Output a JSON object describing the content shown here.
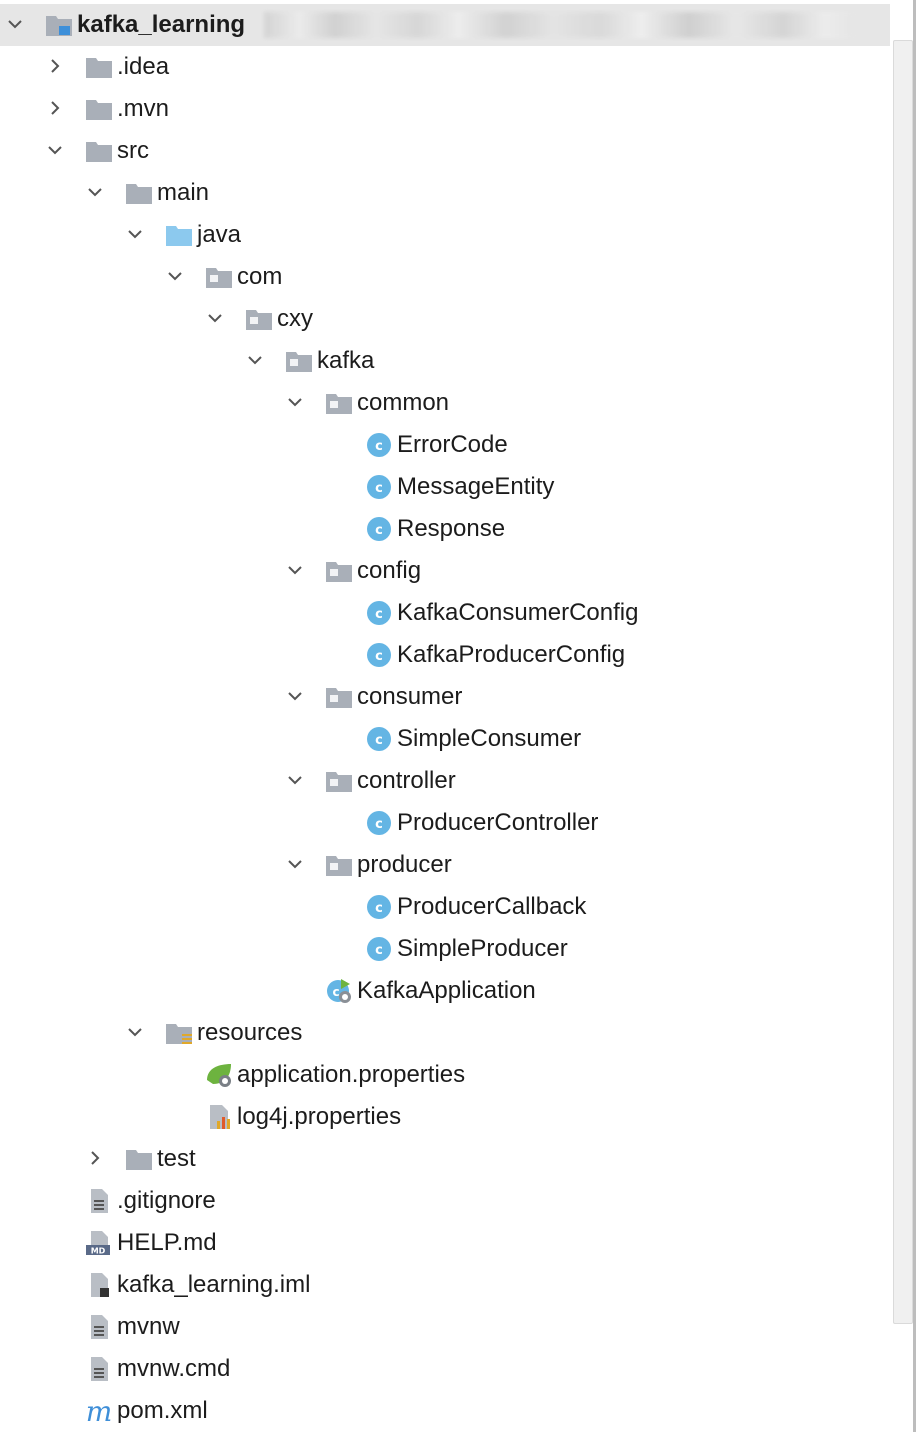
{
  "project_tree": {
    "rows": [
      {
        "label": "kafka_learning",
        "icon": "module-folder-icon",
        "state": "expanded",
        "depth": 0,
        "selected": true,
        "bold": true,
        "blurred_path": true
      },
      {
        "label": ".idea",
        "icon": "folder-icon",
        "state": "collapsed",
        "depth": 1
      },
      {
        "label": ".mvn",
        "icon": "folder-icon",
        "state": "collapsed",
        "depth": 1
      },
      {
        "label": "src",
        "icon": "folder-icon",
        "state": "expanded",
        "depth": 1
      },
      {
        "label": "main",
        "icon": "folder-icon",
        "state": "expanded",
        "depth": 2
      },
      {
        "label": "java",
        "icon": "source-root-folder-icon",
        "state": "expanded",
        "depth": 3
      },
      {
        "label": "com",
        "icon": "package-icon",
        "state": "expanded",
        "depth": 4
      },
      {
        "label": "cxy",
        "icon": "package-icon",
        "state": "expanded",
        "depth": 5
      },
      {
        "label": "kafka",
        "icon": "package-icon",
        "state": "expanded",
        "depth": 6
      },
      {
        "label": "common",
        "icon": "package-icon",
        "state": "expanded",
        "depth": 7
      },
      {
        "label": "ErrorCode",
        "icon": "java-class-icon",
        "state": "leaf",
        "depth": 8
      },
      {
        "label": "MessageEntity",
        "icon": "java-class-icon",
        "state": "leaf",
        "depth": 8
      },
      {
        "label": "Response",
        "icon": "java-class-icon",
        "state": "leaf",
        "depth": 8
      },
      {
        "label": "config",
        "icon": "package-icon",
        "state": "expanded",
        "depth": 7
      },
      {
        "label": "KafkaConsumerConfig",
        "icon": "java-class-icon",
        "state": "leaf",
        "depth": 8
      },
      {
        "label": "KafkaProducerConfig",
        "icon": "java-class-icon",
        "state": "leaf",
        "depth": 8
      },
      {
        "label": "consumer",
        "icon": "package-icon",
        "state": "expanded",
        "depth": 7
      },
      {
        "label": "SimpleConsumer",
        "icon": "java-class-icon",
        "state": "leaf",
        "depth": 8
      },
      {
        "label": "controller",
        "icon": "package-icon",
        "state": "expanded",
        "depth": 7
      },
      {
        "label": "ProducerController",
        "icon": "java-class-icon",
        "state": "leaf",
        "depth": 8
      },
      {
        "label": "producer",
        "icon": "package-icon",
        "state": "expanded",
        "depth": 7
      },
      {
        "label": "ProducerCallback",
        "icon": "java-class-icon",
        "state": "leaf",
        "depth": 8
      },
      {
        "label": "SimpleProducer",
        "icon": "java-class-icon",
        "state": "leaf",
        "depth": 8
      },
      {
        "label": "KafkaApplication",
        "icon": "spring-boot-app-icon",
        "state": "leaf",
        "depth": 7
      },
      {
        "label": "resources",
        "icon": "resources-folder-icon",
        "state": "expanded",
        "depth": 3
      },
      {
        "label": "application.properties",
        "icon": "spring-properties-icon",
        "state": "leaf",
        "depth": 4
      },
      {
        "label": "log4j.properties",
        "icon": "properties-file-icon",
        "state": "leaf",
        "depth": 4
      },
      {
        "label": "test",
        "icon": "folder-icon",
        "state": "collapsed",
        "depth": 2
      },
      {
        "label": ".gitignore",
        "icon": "text-file-icon",
        "state": "leaf",
        "depth": 1
      },
      {
        "label": "HELP.md",
        "icon": "markdown-file-icon",
        "state": "leaf",
        "depth": 1
      },
      {
        "label": "kafka_learning.iml",
        "icon": "iml-file-icon",
        "state": "leaf",
        "depth": 1
      },
      {
        "label": "mvnw",
        "icon": "text-file-icon",
        "state": "leaf",
        "depth": 1
      },
      {
        "label": "mvnw.cmd",
        "icon": "text-file-icon",
        "state": "leaf",
        "depth": 1
      },
      {
        "label": "pom.xml",
        "icon": "maven-pom-icon",
        "state": "leaf",
        "depth": 1
      }
    ]
  },
  "colors": {
    "folder": "#a9afb8",
    "source_root": "#8cc9ee",
    "class_circle": "#64b5e4",
    "class_letter": "#ffffff",
    "spring_green": "#6db33f",
    "maven": "#3f8fd8",
    "selection": "#e6e6e6",
    "arrow": "#555555"
  }
}
